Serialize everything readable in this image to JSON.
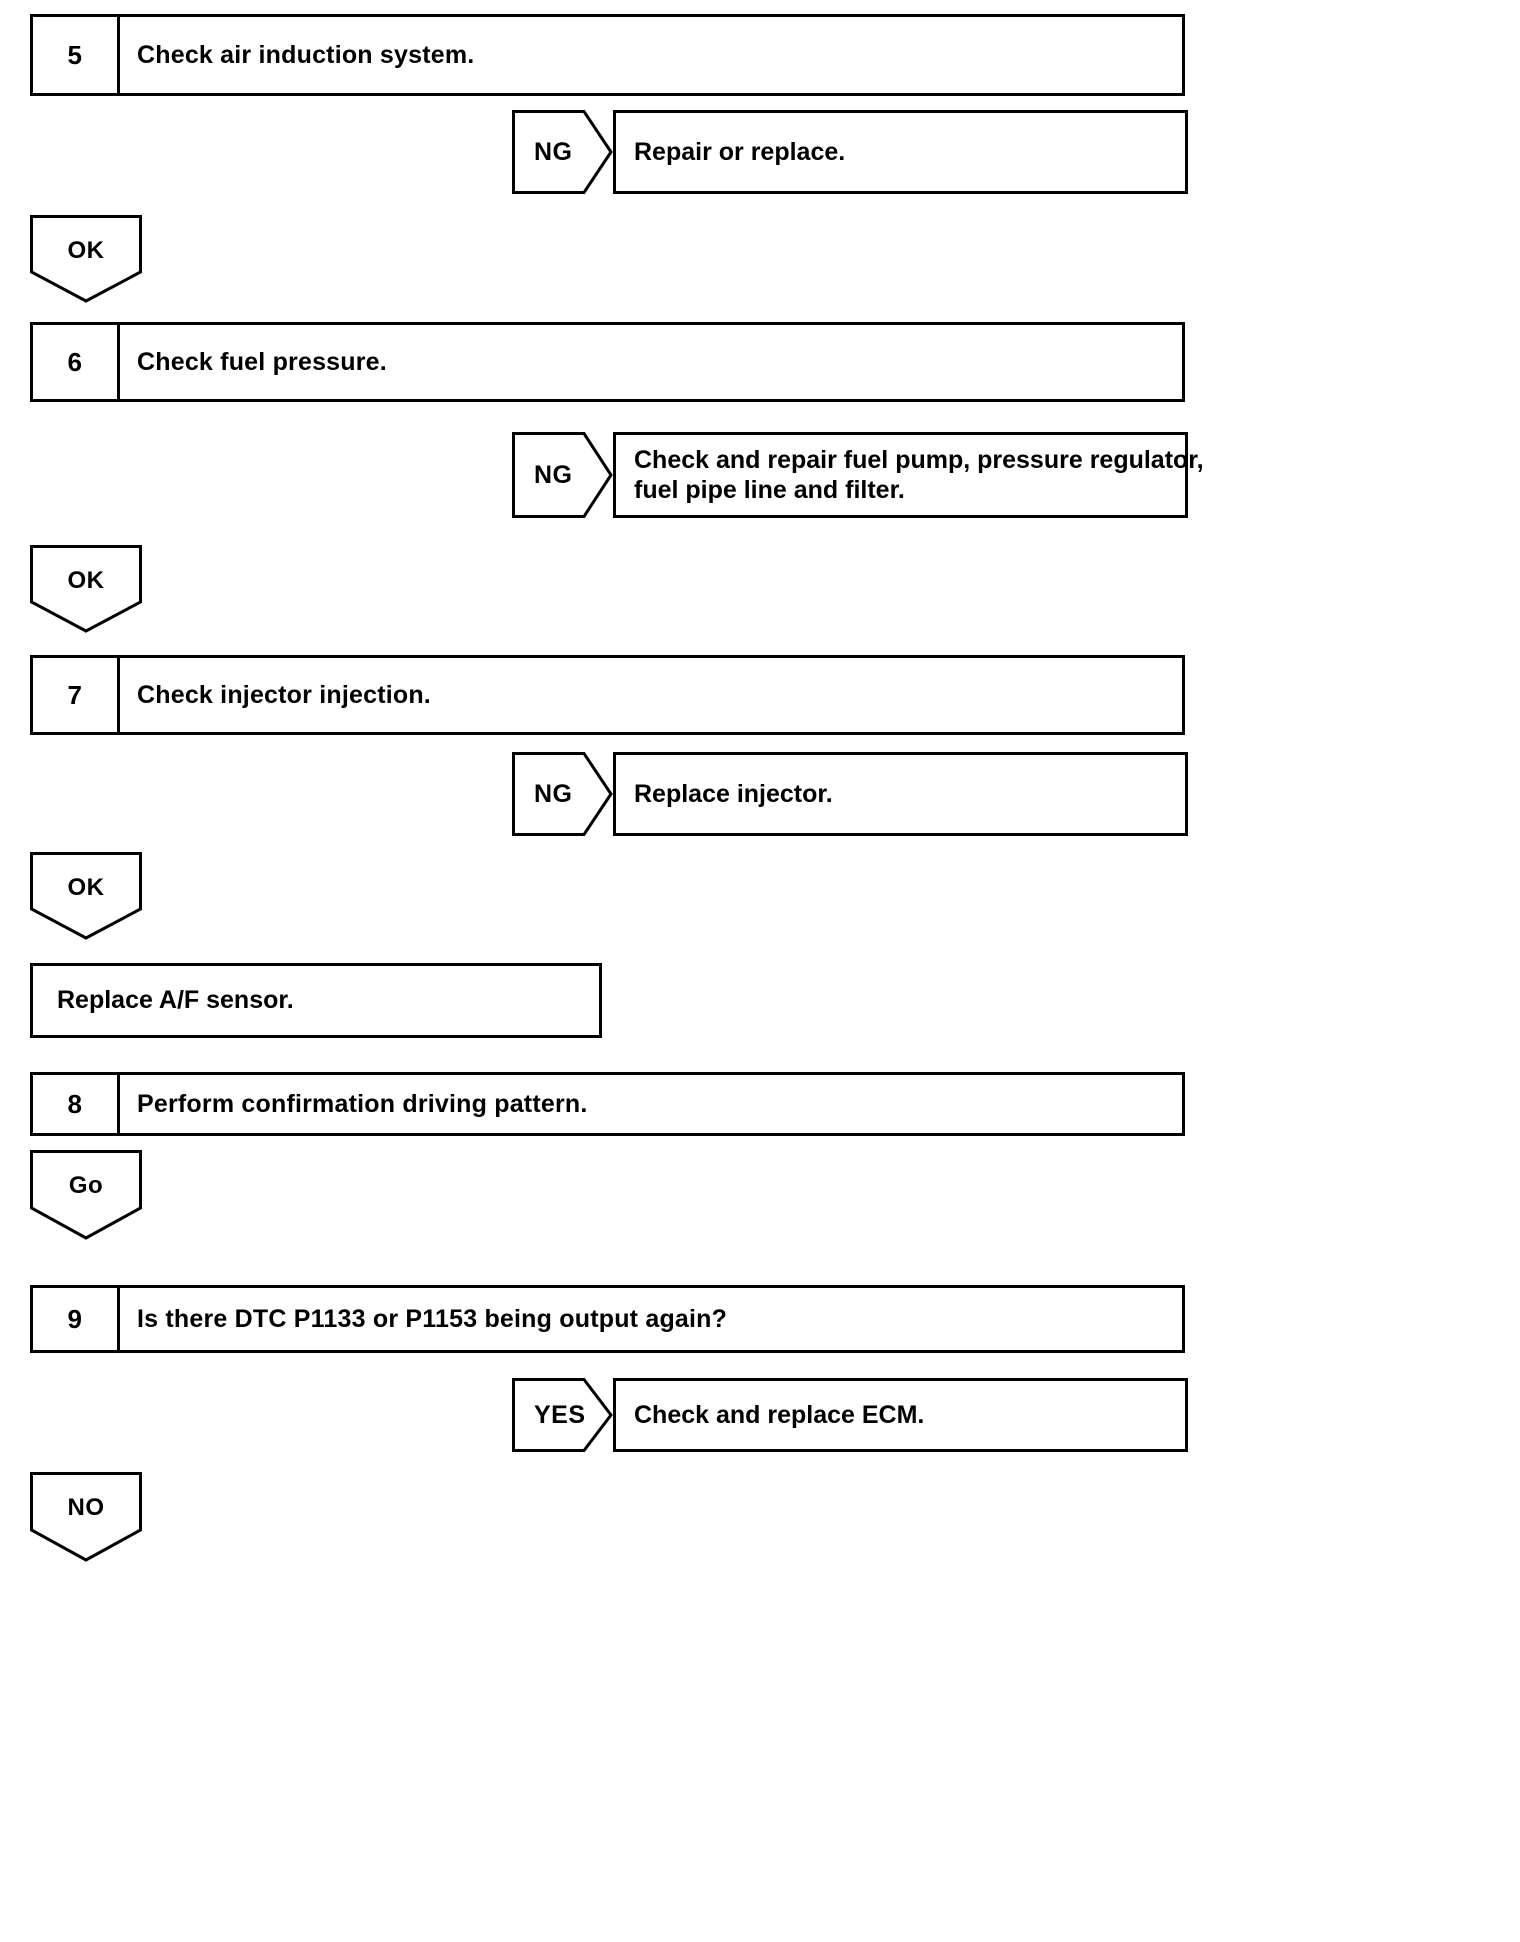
{
  "document": {
    "type": "diagnostic-troubleshooting-flowchart",
    "subject": "DTC P1133 / P1153 A/F sensor diagnosis"
  },
  "steps": [
    {
      "number": "5",
      "text": "Check air induction system.",
      "branch": {
        "label": "NG",
        "result_lines": [
          "Repair or replace."
        ]
      },
      "connector": "OK"
    },
    {
      "number": "6",
      "text": "Check fuel pressure.",
      "branch": {
        "label": "NG",
        "result_lines": [
          "Check and repair fuel pump, pressure regulator,",
          "fuel pipe line and filter."
        ]
      },
      "connector": "OK"
    },
    {
      "number": "7",
      "text": "Check injector injection.",
      "branch": {
        "label": "NG",
        "result_lines": [
          "Replace injector."
        ]
      },
      "connector": "OK"
    }
  ],
  "action_box": {
    "text": "Replace A/F sensor."
  },
  "step8": {
    "number": "8",
    "text": "Perform confirmation driving pattern.",
    "connector": "Go"
  },
  "step9": {
    "number": "9",
    "text": "Is there DTC P1133 or P1153 being output again?",
    "branch": {
      "label": "YES",
      "result_lines": [
        "Check and replace ECM."
      ]
    },
    "connector": "NO"
  },
  "style": {
    "line_color": "#000000",
    "background": "#ffffff"
  }
}
